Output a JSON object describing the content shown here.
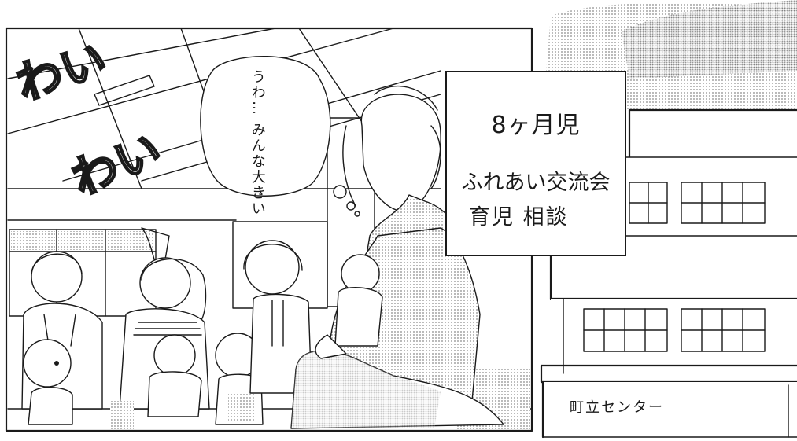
{
  "caption": {
    "age": "8ヶ月児",
    "event": "ふれあい交流会",
    "consult": "育児 相談"
  },
  "sound_effect": {
    "line1": "わい",
    "line2": "わい"
  },
  "thought_bubble": {
    "text": "うわ… みんな大きい"
  },
  "building_sign": {
    "text": "町立センター"
  },
  "colors": {
    "ink": "#1a1a1a",
    "paper": "#ffffff",
    "tone": "#b8b8b8"
  }
}
